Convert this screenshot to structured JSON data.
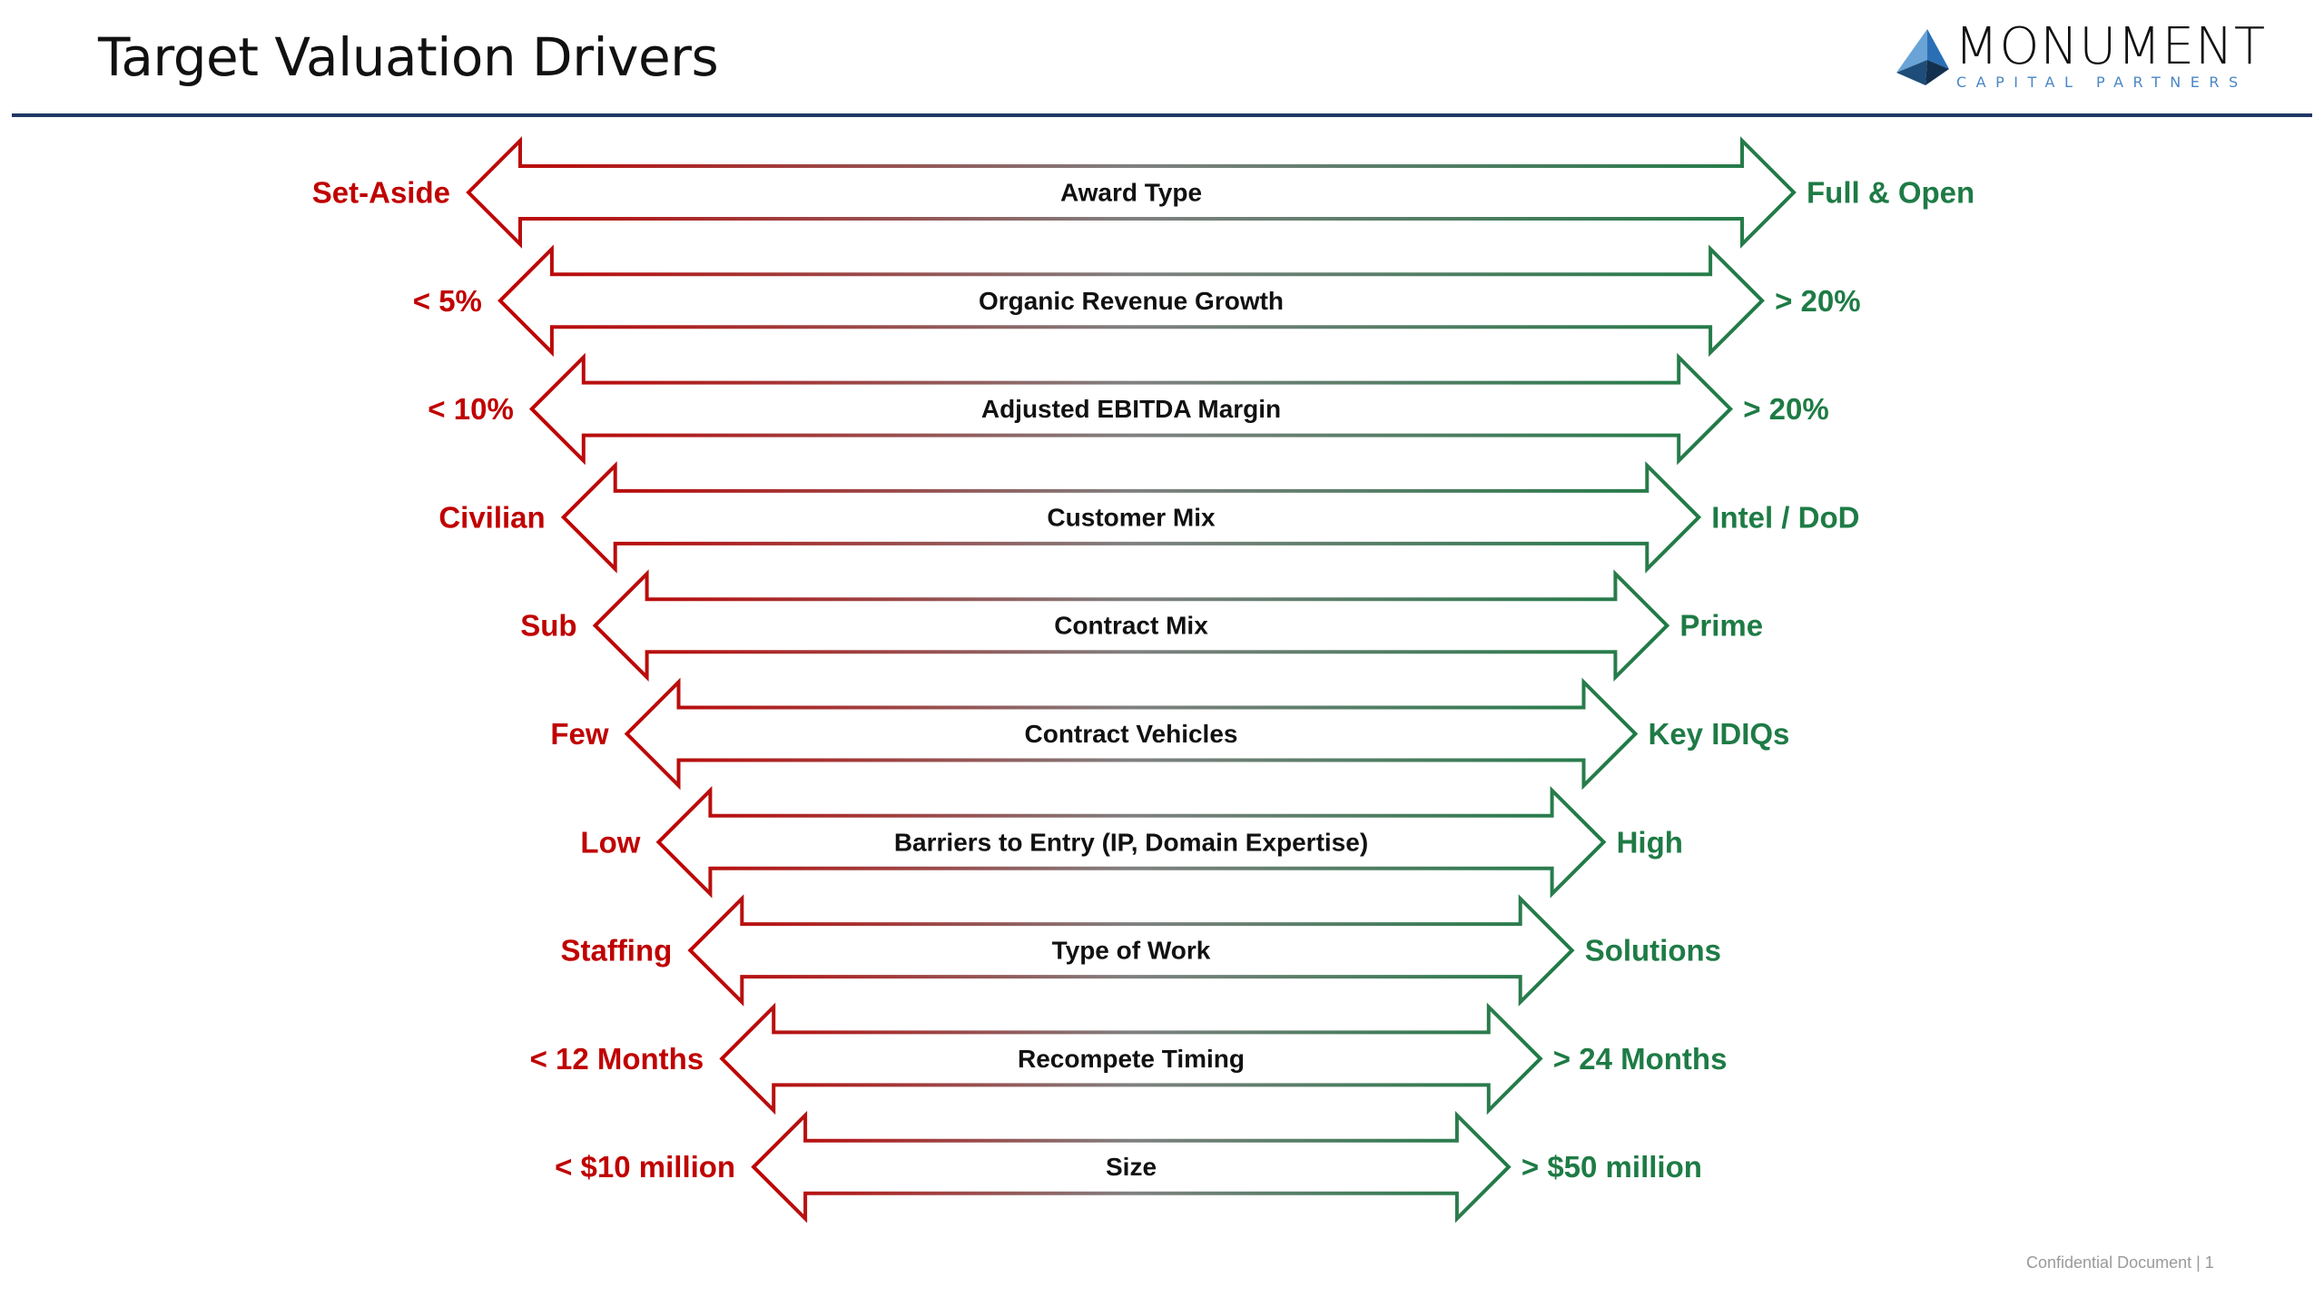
{
  "title": "Target Valuation Drivers",
  "logo": {
    "name": "MONUMENT",
    "tagline": "CAPITAL PARTNERS"
  },
  "footer": "Confidential Document | 1",
  "colors": {
    "low": "#c00000",
    "high": "#1e7b45",
    "mid": "#808080",
    "rule": "#1f3864"
  },
  "drivers": [
    {
      "label": "Award Type",
      "low": "Set-Aside",
      "high": "Full & Open"
    },
    {
      "label": "Organic Revenue Growth",
      "low": "< 5%",
      "high": "> 20%"
    },
    {
      "label": "Adjusted EBITDA Margin",
      "low": "< 10%",
      "high": "> 20%"
    },
    {
      "label": "Customer Mix",
      "low": "Civilian",
      "high": "Intel / DoD"
    },
    {
      "label": "Contract Mix",
      "low": "Sub",
      "high": "Prime"
    },
    {
      "label": "Contract Vehicles",
      "low": "Few",
      "high": "Key IDIQs"
    },
    {
      "label": "Barriers to Entry (IP, Domain Expertise)",
      "low": "Low",
      "high": "High"
    },
    {
      "label": "Type of Work",
      "low": "Staffing",
      "high": "Solutions"
    },
    {
      "label": "Recompete Timing",
      "low": "< 12 Months",
      "high": "> 24 Months"
    },
    {
      "label": "Size",
      "low": "< $10 million",
      "high": "> $50 million"
    }
  ]
}
